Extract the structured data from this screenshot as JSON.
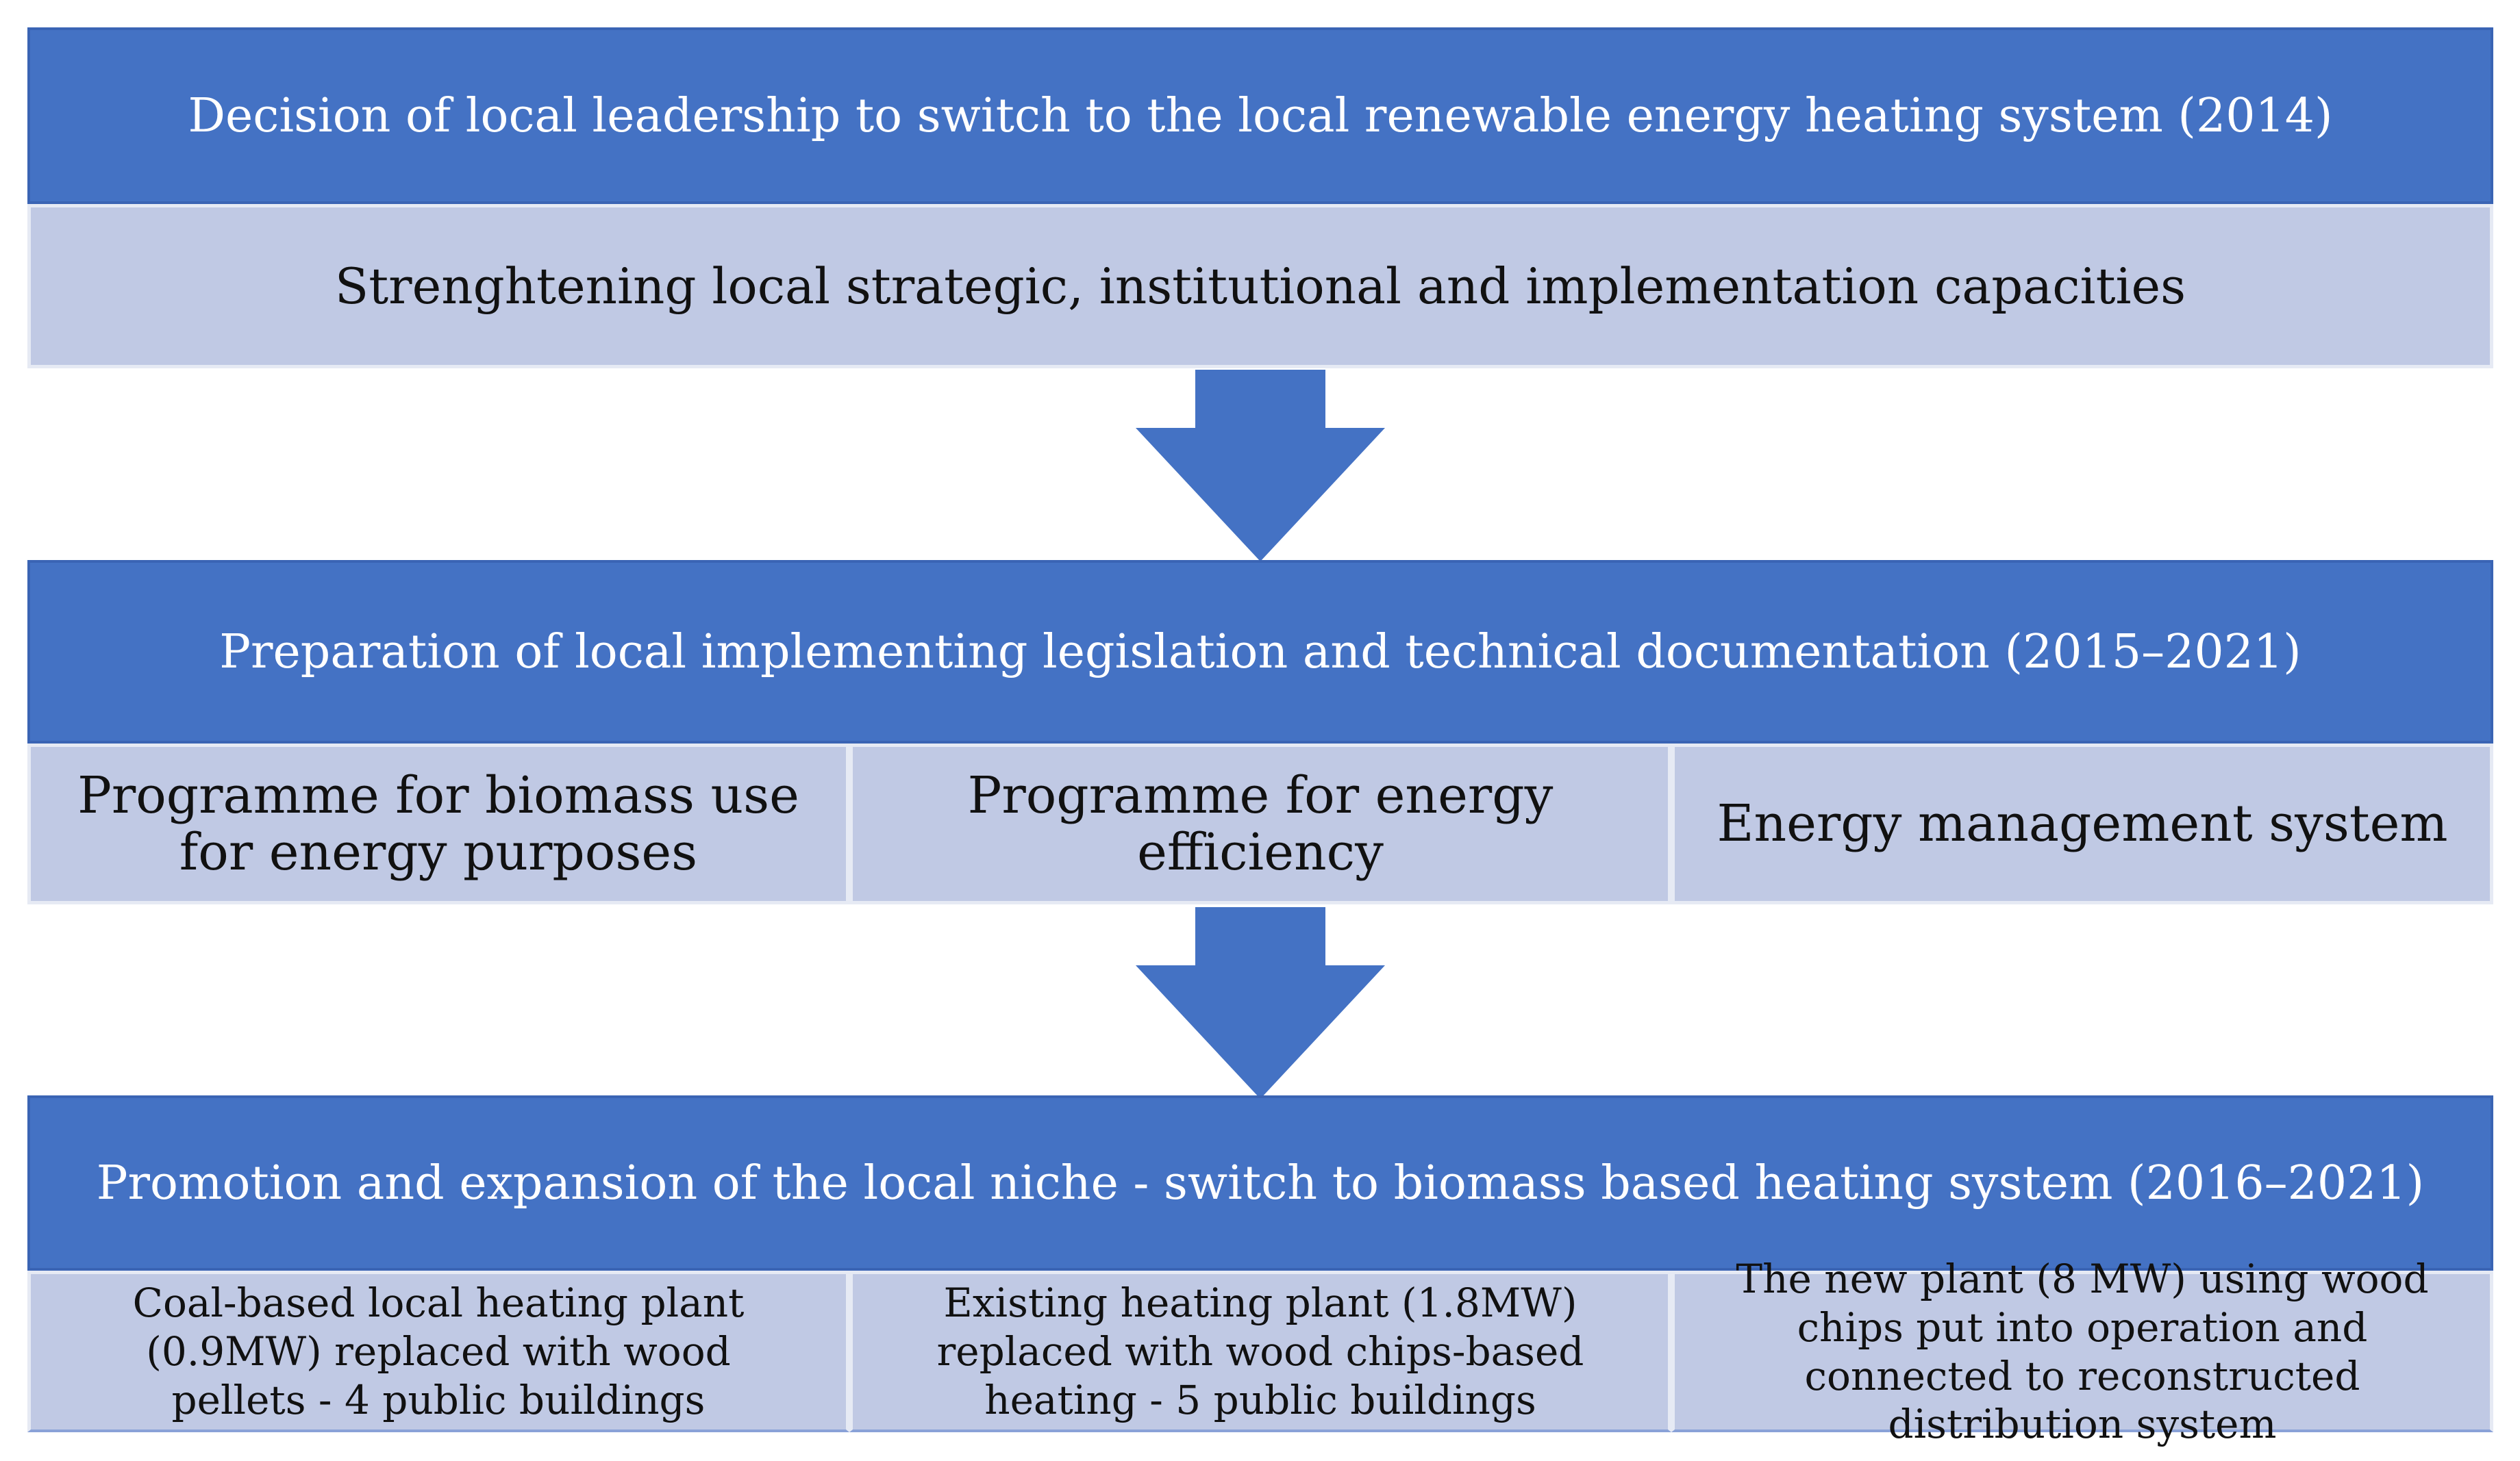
{
  "stage1": {
    "header": "Decision of local leadership to switch to the local renewable energy heating system (2014)",
    "sub": "Strenghtening local strategic, institutional and implementation capacities"
  },
  "stage2": {
    "header": "Preparation of local implementing legislation and technical documentation (2015–2021)",
    "items": [
      "Programme for biomass use for energy purposes",
      "Programme for energy efficiency",
      "Energy management system"
    ]
  },
  "stage3": {
    "header": "Promotion and expansion of the local niche - switch to biomass based heating system  (2016–2021)",
    "items": [
      "Coal-based local heating plant (0.9MW) replaced with wood pellets  - 4 public buildings",
      "Existing heating plant (1.8MW)  replaced with wood chips-based heating - 5 public buildings",
      "The new plant (8 MW) using wood chips put into operation and connected to reconstructed distribution system"
    ]
  },
  "colors": {
    "header_blue": "#4472c4",
    "cell_light_blue": "#c0c9e4",
    "arrow_blue": "#4472c4"
  }
}
